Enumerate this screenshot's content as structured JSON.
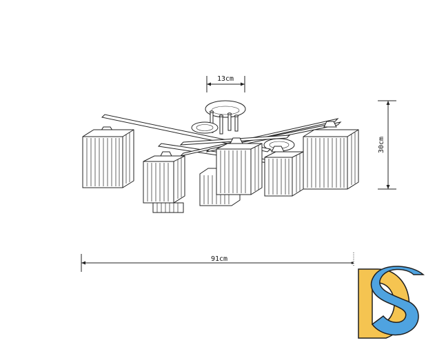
{
  "dimensions": {
    "top_width": "13cm",
    "total_height": "30cm",
    "total_width": "91cm"
  },
  "logo": {
    "text": "DS",
    "icon": "ds-logo-icon",
    "colors": {
      "d_fill": "#F5C451",
      "s_fill": "#4FA3E0",
      "outline": "#1f1f1f"
    }
  },
  "colors": {
    "line": "#222222",
    "shade_fill": "#ffffff"
  }
}
